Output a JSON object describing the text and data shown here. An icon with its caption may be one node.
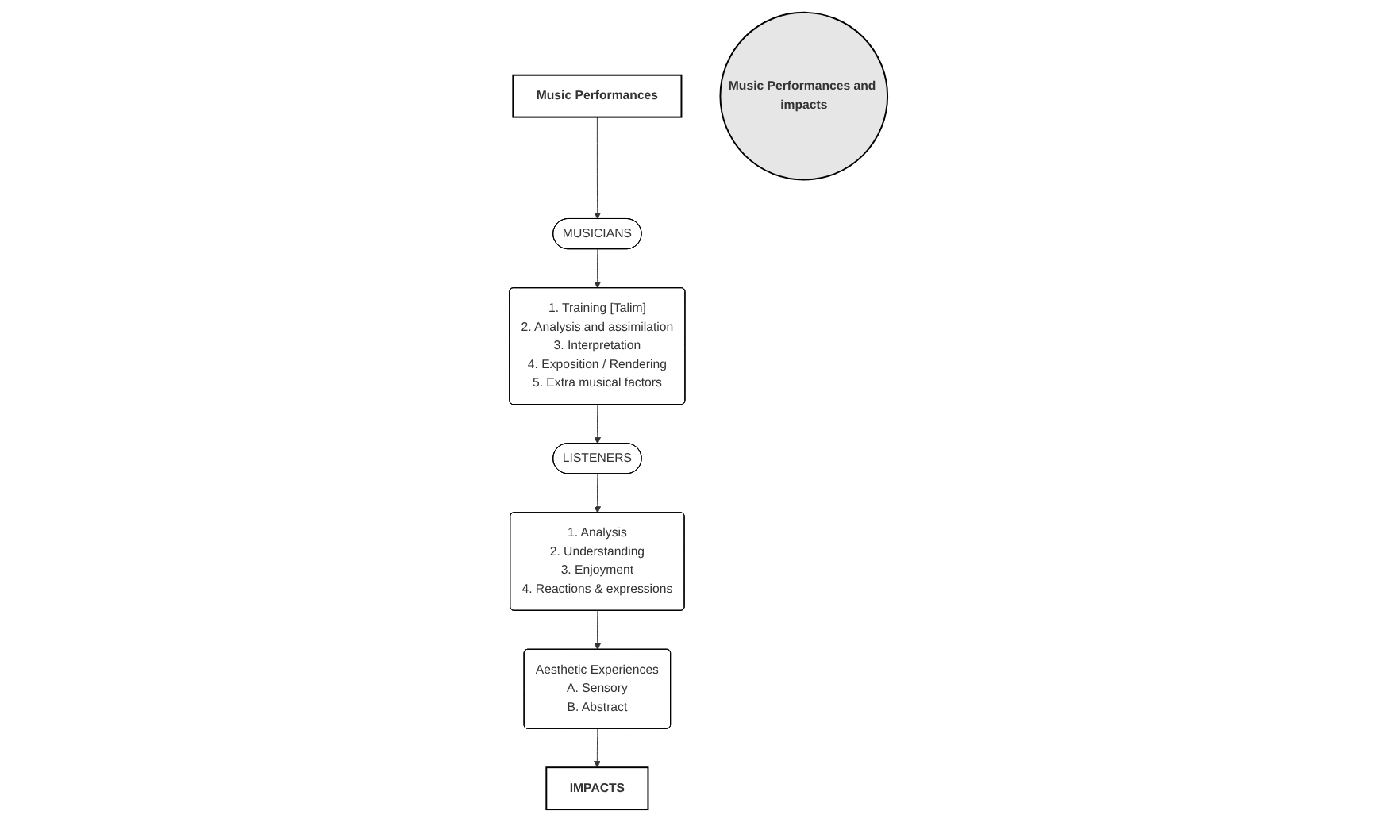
{
  "diagram": {
    "nodes": [
      {
        "text": [
          "Music Performances"
        ]
      },
      {
        "text": [
          "IMPACTS"
        ]
      },
      {
        "text": [
          "Aesthetic Experiences",
          "A. Sensory",
          "B. Abstract"
        ]
      },
      {
        "text": [
          "MUSICIANS"
        ]
      },
      {
        "text": [
          "Music Performances and impacts"
        ]
      },
      {
        "text": [
          "1. Analysis",
          "2. Understanding",
          "3. Enjoyment",
          "4. Reactions & expressions"
        ]
      },
      {
        "text": [
          "1. Training [Talim]",
          "2. Analysis and assimilation",
          "3. Interpretation",
          "4. Exposition / Rendering",
          "5. Extra musical factors"
        ]
      },
      {
        "text": [
          "LISTENERS"
        ]
      }
    ],
    "edges": [
      {
        "from": 0,
        "to": 3,
        "arrow": "to"
      },
      {
        "from": 3,
        "to": 6,
        "arrow": "to"
      },
      {
        "from": 6,
        "to": 7,
        "arrow": "to"
      },
      {
        "from": 7,
        "to": 5,
        "arrow": "to"
      },
      {
        "from": 5,
        "to": 2,
        "arrow": "to"
      },
      {
        "from": 2,
        "to": 1,
        "arrow": "to"
      }
    ]
  }
}
